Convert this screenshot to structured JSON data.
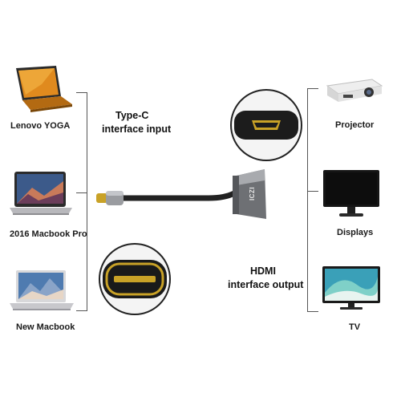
{
  "sources": [
    {
      "name": "Lenovo YOGA",
      "icon": "lenovo-yoga-laptop-icon"
    },
    {
      "name": "2016 Macbook Pro",
      "icon": "macbook-pro-laptop-icon"
    },
    {
      "name": "New Macbook",
      "icon": "macbook-laptop-icon"
    }
  ],
  "input_label": {
    "line1": "Type-C",
    "line2": "interface input"
  },
  "output_label": {
    "line1": "HDMI",
    "line2": "interface output"
  },
  "adapter_brand": "ICZI",
  "outputs": [
    {
      "name": "Projector",
      "icon": "projector-icon"
    },
    {
      "name": "Displays",
      "icon": "monitor-icon"
    },
    {
      "name": "TV",
      "icon": "tv-icon"
    }
  ],
  "colors": {
    "adapter_body": "#8a8c90",
    "cable": "#222222",
    "connector_gold": "#c9a227",
    "lenovo_orange": "#e08a1e",
    "line": "#555555"
  }
}
